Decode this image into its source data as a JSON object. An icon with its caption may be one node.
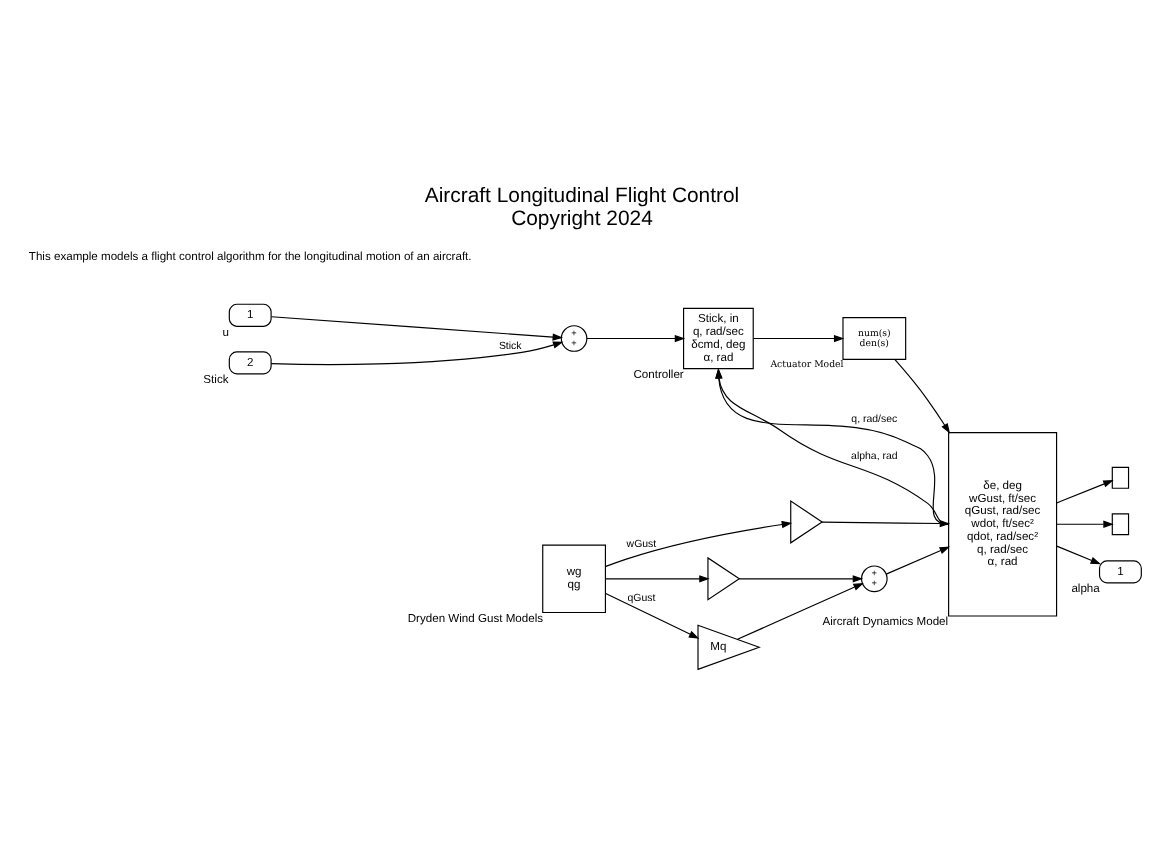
{
  "diagram": {
    "title": "Aircraft Longitudinal Flight Control",
    "caption": "Copyright 2024",
    "nodes": [
      {
        "text": [
          "1"
        ],
        "beside": [
          "u"
        ]
      },
      {
        "text": [
          "2"
        ],
        "beside": [
          "Stick"
        ]
      },
      {
        "text": [
          "+",
          "+"
        ]
      },
      {
        "text": [
          "Stick, in",
          "q, rad/sec",
          "δcmd, deg",
          "α, rad"
        ],
        "beside": [
          "Controller"
        ]
      },
      {
        "text": [
          "num(s)",
          "den(s)"
        ],
        "beside": [
          "Actuator Model"
        ]
      },
      {
        "text": [
          "δe, deg",
          "wGust, ft/sec",
          "qGust, rad/sec",
          "wdot, ft/sec²",
          "qdot, rad/sec²",
          "q, rad/sec",
          "α, rad"
        ],
        "beside": [
          "Aircraft Dynamics Model"
        ]
      },
      {
        "text": [],
        "shape": "box"
      },
      {
        "text": [],
        "shape": "box"
      },
      {
        "text": [],
        "shape": "triangle"
      },
      {
        "text": [],
        "shape": "triangle"
      },
      {
        "text": [
          "+",
          "+"
        ]
      },
      {
        "text": [
          "wg",
          "qg"
        ],
        "beside": [
          "Dryden Wind Gust Models"
        ]
      },
      {
        "text": [
          "Mq"
        ]
      },
      {
        "text": [
          "1"
        ],
        "beside": [
          "alpha"
        ]
      }
    ],
    "edges": [
      {
        "from": 0,
        "to": 2,
        "arrow": "to"
      },
      {
        "from": 1,
        "to": 2,
        "arrow": "to",
        "label": "Stick"
      },
      {
        "from": 2,
        "to": 3,
        "arrow": "to"
      },
      {
        "from": 3,
        "to": 4,
        "arrow": "to"
      },
      {
        "from": 4,
        "to": 5,
        "arrow": "to"
      },
      {
        "from": 5,
        "to": 6,
        "arrow": "to"
      },
      {
        "from": 5,
        "to": 7,
        "arrow": "to"
      },
      {
        "from": 5,
        "to": 3,
        "arrow": "to",
        "label": "q, rad/sec"
      },
      {
        "from": 5,
        "to": 3,
        "arrow": "to",
        "label": "alpha, rad"
      },
      {
        "from": 5,
        "to": 13,
        "arrow": "to"
      },
      {
        "from": 11,
        "to": 8,
        "arrow": "to",
        "label": "wGust"
      },
      {
        "from": 11,
        "to": 9,
        "arrow": "to"
      },
      {
        "from": 8,
        "to": 5,
        "arrow": "to"
      },
      {
        "from": 9,
        "to": 10,
        "arrow": "to"
      },
      {
        "from": 10,
        "to": 5,
        "arrow": "to"
      },
      {
        "from": 11,
        "to": 12,
        "arrow": "to",
        "label": "qGust"
      },
      {
        "from": 12,
        "to": 10,
        "arrow": "to"
      }
    ],
    "labels": [
      "This example models a flight control algorithm for the longitudinal motion of an aircraft."
    ]
  }
}
